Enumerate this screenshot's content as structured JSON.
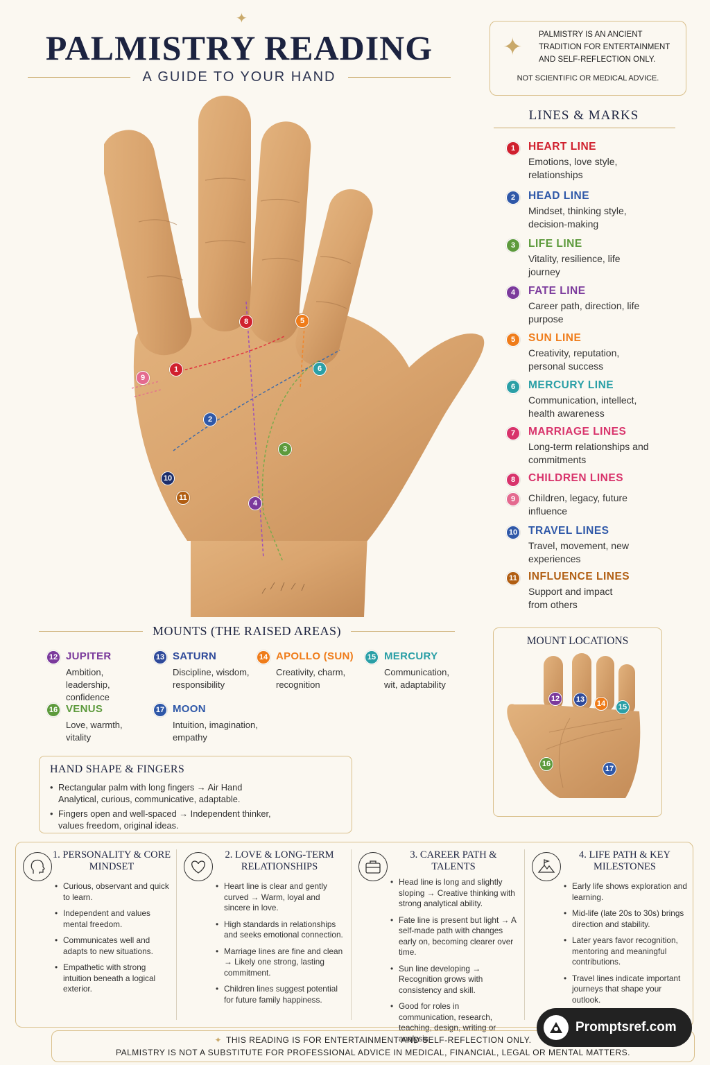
{
  "header": {
    "title": "PALMISTRY READING",
    "subtitle": "A GUIDE TO YOUR HAND"
  },
  "disclaimer": {
    "main": "PALMISTRY IS AN ANCIENT TRADITION FOR ENTERTAINMENT AND SELF-REFLECTION ONLY.",
    "sub": "NOT SCIENTIFIC OR MEDICAL ADVICE."
  },
  "legend": {
    "title": "LINES & MARKS",
    "items": [
      {
        "num": "1",
        "name": "HEART LINE",
        "desc": "Emotions, love style, relationships",
        "color": "#d0202e"
      },
      {
        "num": "2",
        "name": "HEAD LINE",
        "desc": "Mindset, thinking style, decision-making",
        "color": "#2f58a8"
      },
      {
        "num": "3",
        "name": "LIFE LINE",
        "desc": "Vitality, resilience, life journey",
        "color": "#5d9a3c"
      },
      {
        "num": "4",
        "name": "FATE LINE",
        "desc": "Career path, direction, life purpose",
        "color": "#7b3a9c"
      },
      {
        "num": "5",
        "name": "SUN LINE",
        "desc": "Creativity, reputation, personal success",
        "color": "#ef7c1a"
      },
      {
        "num": "6",
        "name": "MERCURY LINE",
        "desc": "Communication, intellect, health awareness",
        "color": "#2a9fa6"
      },
      {
        "num": "7",
        "name": "MARRIAGE LINES",
        "desc": "Long-term relationships and commitments",
        "color": "#d8336b"
      },
      {
        "num": "8",
        "name": "CHILDREN LINES",
        "desc": "",
        "color": "#d8336b"
      },
      {
        "num": "9",
        "name": "",
        "desc": "Children, legacy, future influence",
        "color": "#e46a8f"
      },
      {
        "num": "10",
        "name": "TRAVEL LINES",
        "desc": "Travel, movement, new experiences",
        "color": "#2f58a8"
      },
      {
        "num": "11",
        "name": "INFLUENCE LINES",
        "desc": "Support and impact from others",
        "color": "#b15e12"
      }
    ]
  },
  "hand_markers": [
    {
      "num": "1",
      "color": "#d0202e"
    },
    {
      "num": "2",
      "color": "#2f58a8"
    },
    {
      "num": "3",
      "color": "#5d9a3c"
    },
    {
      "num": "4",
      "color": "#7b3a9c"
    },
    {
      "num": "5",
      "color": "#ef7c1a"
    },
    {
      "num": "6",
      "color": "#2a9fa6"
    },
    {
      "num": "8",
      "color": "#d0202e"
    },
    {
      "num": "9",
      "color": "#e46a8f"
    },
    {
      "num": "10",
      "color": "#1c2e6b"
    },
    {
      "num": "11",
      "color": "#b15e12"
    }
  ],
  "mounts": {
    "title": "MOUNTS (THE RAISED AREAS)",
    "items": [
      {
        "num": "12",
        "name": "JUPITER",
        "desc": "Ambition, leadership, confidence",
        "color": "#7b3a9c"
      },
      {
        "num": "13",
        "name": "SATURN",
        "desc": "Discipline, wisdom, responsibility",
        "color": "#2f4a9a"
      },
      {
        "num": "14",
        "name": "APOLLO (SUN)",
        "desc": "Creativity, charm, recognition",
        "color": "#ef7c1a"
      },
      {
        "num": "15",
        "name": "MERCURY",
        "desc": "Communication, wit, adaptability",
        "color": "#2a9fa6"
      },
      {
        "num": "16",
        "name": "VENUS",
        "desc": "Love, warmth, vitality",
        "color": "#5d9a3c"
      },
      {
        "num": "17",
        "name": "MOON",
        "desc": "Intuition, imagination, empathy",
        "color": "#2f58a8"
      }
    ]
  },
  "mount_locations": {
    "title": "MOUNT LOCATIONS"
  },
  "hand_shape": {
    "title": "HAND SHAPE & FINGERS",
    "items": [
      "Rectangular palm with long fingers → Air Hand Analytical, curious, communicative, adaptable.",
      "Fingers open and well-spaced → Independent thinker, values freedom, original ideas."
    ]
  },
  "summary": [
    {
      "title": "1. PERSONALITY & CORE MINDSET",
      "icon": "head-profile-icon",
      "items": [
        "Curious, observant and quick to learn.",
        "Independent and values mental freedom.",
        "Communicates well and adapts to new situations.",
        "Empathetic with strong intuition beneath a logical exterior."
      ]
    },
    {
      "title": "2. LOVE & LONG-TERM RELATIONSHIPS",
      "icon": "heart-icon",
      "items": [
        "Heart line is clear and gently curved → Warm, loyal and sincere in love.",
        "High standards in relationships and seeks emotional connection.",
        "Marriage lines are fine and clean → Likely one strong, lasting commitment.",
        "Children lines suggest potential for future family happiness."
      ]
    },
    {
      "title": "3. CAREER PATH & TALENTS",
      "icon": "briefcase-icon",
      "items": [
        "Head line is long and slightly sloping → Creative thinking with strong analytical ability.",
        "Fate line is present but light → A self-made path with changes early on, becoming clearer over time.",
        "Sun line developing → Recognition grows with consistency and skill.",
        "Good for roles in communication, research, teaching, design, writing or analysis."
      ]
    },
    {
      "title": "4. LIFE PATH & KEY MILESTONES",
      "icon": "mountain-flag-icon",
      "items": [
        "Early life shows exploration and learning.",
        "Mid-life (late 20s to 30s) brings direction and stability.",
        "Later years favor recognition, mentoring and meaningful contributions.",
        "Travel lines indicate important journeys that shape your outlook."
      ]
    }
  ],
  "footer": {
    "line1": "THIS READING IS FOR ENTERTAINMENT AND SELF-REFLECTION ONLY.",
    "line2": "PALMISTRY IS NOT A SUBSTITUTE FOR PROFESSIONAL ADVICE IN MEDICAL, FINANCIAL, LEGAL OR MENTAL MATTERS."
  },
  "watermark": {
    "text": "Promptsref.com"
  }
}
